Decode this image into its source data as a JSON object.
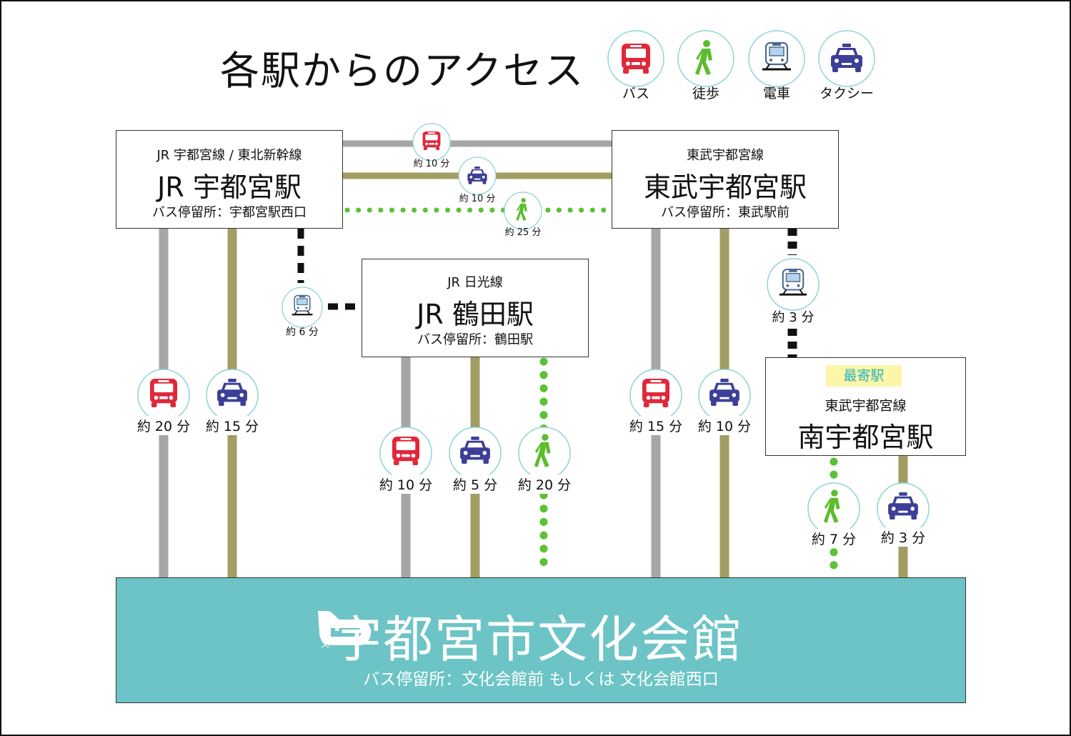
{
  "title": "各駅からのアクセス",
  "legend": [
    {
      "icon": "bus-icon",
      "label": "バス"
    },
    {
      "icon": "walk-icon",
      "label": "徒歩"
    },
    {
      "icon": "train-icon",
      "label": "電車"
    },
    {
      "icon": "taxi-icon",
      "label": "タクシー"
    }
  ],
  "colors": {
    "bus_line": "#a6a6a6",
    "taxi_line": "#a09e62",
    "walk_line": "#5cc135",
    "rail": "#111111",
    "bus": "#e0283a",
    "taxi": "#3c3f97",
    "walk": "#5cbd2f",
    "train": "#4d6a8e",
    "venue": "#6cc4c6",
    "nearest_bg": "#fbf6a8",
    "nearest_text": "#2bb3bb"
  },
  "stations": {
    "jr_utsunomiya": {
      "line": "JR 宇都宮線 / 東北新幹線",
      "name": "JR 宇都宮駅",
      "stop": "バス停留所：宇都宮駅西口"
    },
    "tobu_utsunomiya": {
      "line": "東武宇都宮線",
      "name": "東武宇都宮駅",
      "stop": "バス停留所：東武駅前"
    },
    "jr_tsuruta": {
      "line": "JR 日光線",
      "name": "JR 鶴田駅",
      "stop": "バス停留所：鶴田駅"
    },
    "minami_utsunomiya": {
      "badge": "最寄駅",
      "line": "東武宇都宮線",
      "name": "南宇都宮駅"
    }
  },
  "venue": {
    "name": "宇都宮市文化会館",
    "stop": "バス停留所：文化会館前 もしくは 文化会館西口"
  },
  "times": {
    "jr_tobu_bus": "約 10 分",
    "jr_tobu_taxi": "約 10 分",
    "jr_tobu_walk": "約 25 分",
    "jr_tsuruta_train": "約 6 分",
    "tobu_minami_train": "約 3 分",
    "jr_venue_bus": "約 20 分",
    "jr_venue_taxi": "約 15 分",
    "tsuruta_venue_bus": "約 10 分",
    "tsuruta_venue_taxi": "約 5 分",
    "tsuruta_venue_walk": "約 20 分",
    "tobu_venue_bus": "約 15 分",
    "tobu_venue_taxi": "約 10 分",
    "minami_venue_walk": "約 7 分",
    "minami_venue_taxi": "約 3 分"
  }
}
